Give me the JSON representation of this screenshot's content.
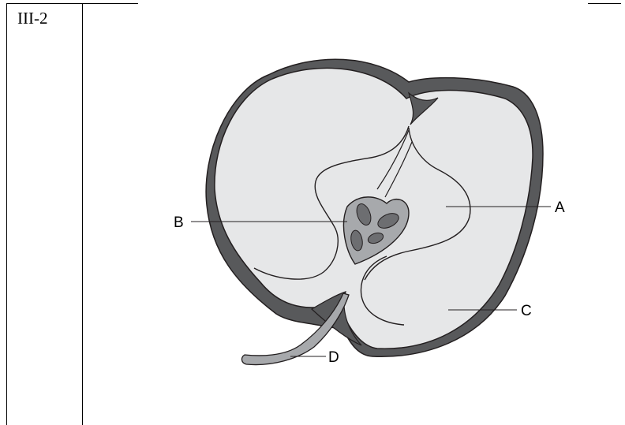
{
  "question": {
    "number": "III-2"
  },
  "diagram": {
    "labels": {
      "a": "A",
      "b": "B",
      "c": "C",
      "d": "D"
    },
    "colors": {
      "skin": "#58595b",
      "flesh": "#e6e7e8",
      "core": "#a7a9ac",
      "seed": "#6d6e71",
      "outline": "#231f20"
    }
  }
}
